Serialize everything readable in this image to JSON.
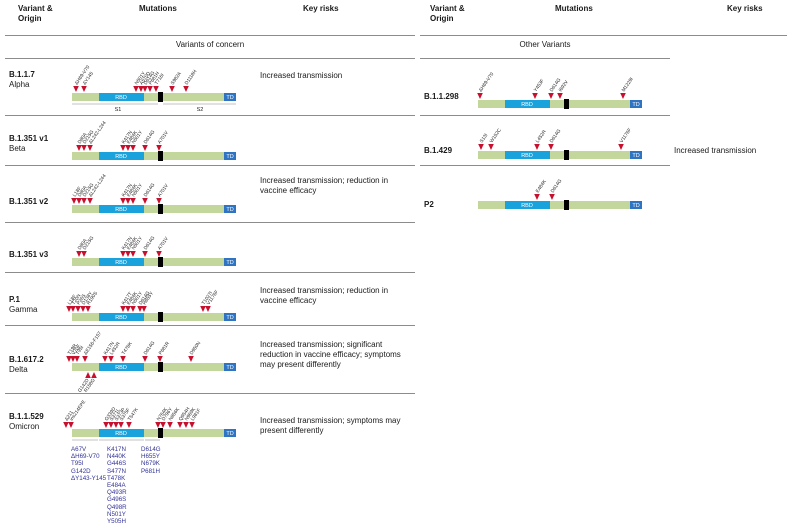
{
  "headers": {
    "variant": "Variant &",
    "origin": "Origin",
    "mutations": "Mutations",
    "risks": "Key risks"
  },
  "sections": {
    "left": "Variants of concern",
    "right": "Other Variants"
  },
  "colors": {
    "protein": "#c3d69b",
    "rbd": "#1aa2dc",
    "td": "#2e74c2",
    "cleavage": "#000000",
    "marker": "#c8102e",
    "line": "#8c8c8c",
    "omicron_text": "#33339a"
  },
  "protein_labels": {
    "rbd": "RBD",
    "td": "TD",
    "s1": "S1",
    "s2": "S2"
  },
  "variants": [
    {
      "id": "b117",
      "name": "B.1.1.7",
      "alias": "Alpha",
      "risk": "Increased transmission",
      "mutations": [
        "ΔH69-V70",
        "ΔY145",
        "N501Y",
        "A570D",
        "D614G",
        "P681H",
        "T716I",
        "S982A",
        "D1118H"
      ]
    },
    {
      "id": "b1351v1",
      "name": "B.1.351 v1",
      "alias": "Beta",
      "risk": "",
      "mutations": [
        "D80A",
        "D215G",
        "ΔL242-L244",
        "K417N",
        "E484K",
        "N501Y",
        "D614G",
        "A701V"
      ]
    },
    {
      "id": "b1351v2",
      "name": "B.1.351 v2",
      "alias": "",
      "risk": "Increased transmission; reduction in vaccine efficacy",
      "mutations": [
        "L18F",
        "D80A",
        "D215G",
        "ΔL242-L244",
        "K417N",
        "E484K",
        "N501Y",
        "D614G",
        "A701V"
      ]
    },
    {
      "id": "b1351v3",
      "name": "B.1.351 v3",
      "alias": "",
      "risk": "",
      "mutations": [
        "D80A",
        "D215G",
        "K417N",
        "E484K",
        "N501Y",
        "D614G",
        "A701V"
      ]
    },
    {
      "id": "p1",
      "name": "P.1",
      "alias": "Gamma",
      "risk": "Increased transmission; reduction in vaccine efficacy",
      "mutations": [
        "L18F",
        "T20N",
        "P26S",
        "D138Y",
        "R190S",
        "K417T",
        "E484K",
        "N501Y",
        "D614G",
        "H655Y",
        "T1027I",
        "V1176F"
      ]
    },
    {
      "id": "b16172",
      "name": "B.1.617.2",
      "alias": "Delta",
      "risk": "Increased transmission; significant reduction in vaccine efficacy; symptoms may present differently",
      "mutations": [
        "T19R",
        "V70F",
        "T95I",
        "ΔE156-F157",
        "K417N",
        "L452R",
        "T478K",
        "D614G",
        "P681R",
        "D950N"
      ],
      "below": [
        "G142D",
        "R158G"
      ]
    },
    {
      "id": "b11529",
      "name": "B.1.1.529",
      "alias": "Omicron",
      "risk": "Increased transmission; symptoms may present differently",
      "mutations": [
        "Δ211",
        "ins214EPE",
        "G339D",
        "S371L",
        "S373P",
        "S375F",
        "T547K",
        "N764K",
        "D796Y",
        "N856K",
        "Q954H",
        "N969K",
        "L981F"
      ],
      "extra": [
        [
          "A67V",
          "ΔH69-V70",
          "T95I",
          "G142D",
          "ΔY143-Y145"
        ],
        [
          "K417N",
          "N440K",
          "G446S",
          "S477N",
          "T478K",
          "E484A",
          "Q493R",
          "G496S",
          "Q498R",
          "N501Y",
          "Y505H"
        ],
        [
          "D614G",
          "H655Y",
          "N679K",
          "P681H"
        ]
      ]
    },
    {
      "id": "b11298",
      "name": "B.1.1.298",
      "alias": "",
      "risk": "",
      "mutations": [
        "ΔH69-V70",
        "Y453F",
        "D614G",
        "I692V",
        "M1229I"
      ]
    },
    {
      "id": "b1429",
      "name": "B.1.429",
      "alias": "",
      "risk": "Increased transmission",
      "mutations": [
        "S13I",
        "W152C",
        "L452R",
        "D614G",
        "V1176F"
      ]
    },
    {
      "id": "p2",
      "name": "P2",
      "alias": "",
      "risk": "",
      "mutations": [
        "E484K",
        "D614G"
      ]
    }
  ]
}
